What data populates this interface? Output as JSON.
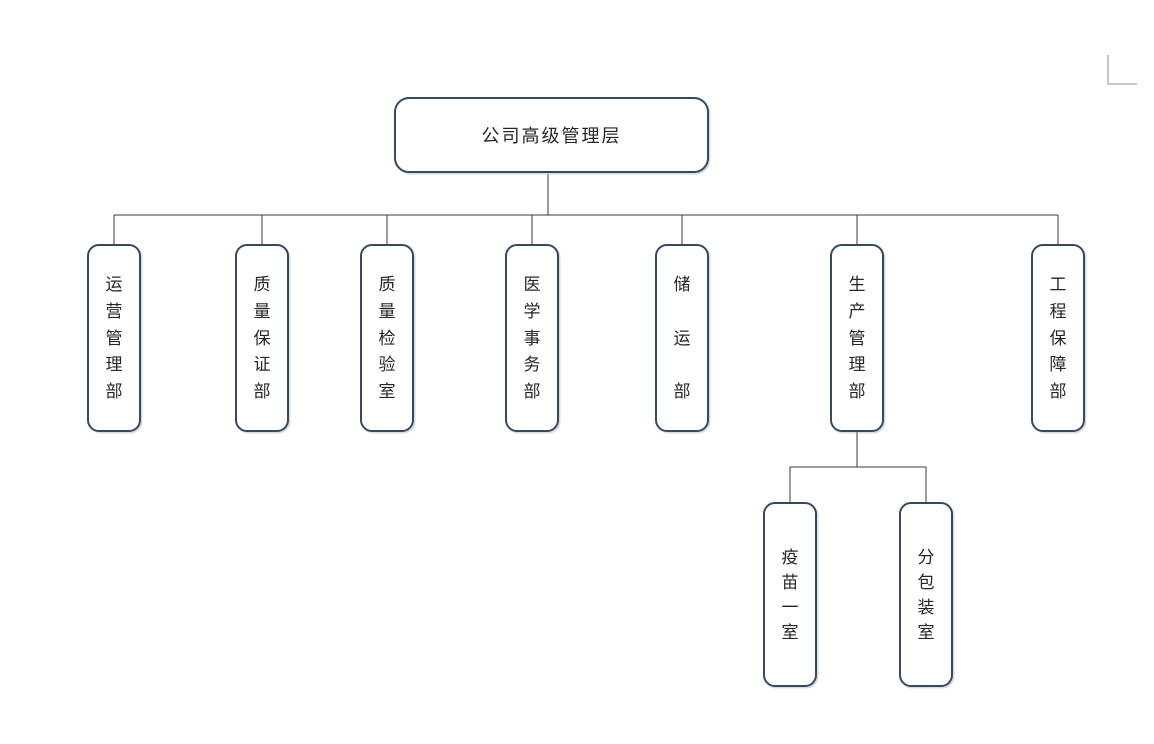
{
  "root": {
    "label": "公司高级管理层"
  },
  "departments": [
    {
      "label": "运营管理部"
    },
    {
      "label": "质量保证部"
    },
    {
      "label": "质量检验室"
    },
    {
      "label": "医学事务部"
    },
    {
      "label": "储运部"
    },
    {
      "label": "生产管理部",
      "children": [
        {
          "label": "疫苗一室"
        },
        {
          "label": "分包装室"
        }
      ]
    },
    {
      "label": "工程保障部"
    }
  ],
  "colors": {
    "background": "#ffffff",
    "box_border": "#344a61",
    "box_fill": "#ffffff",
    "connector_line": "#3a3a3a",
    "text": "#262626",
    "corner_mark": "#c8c8c8"
  }
}
